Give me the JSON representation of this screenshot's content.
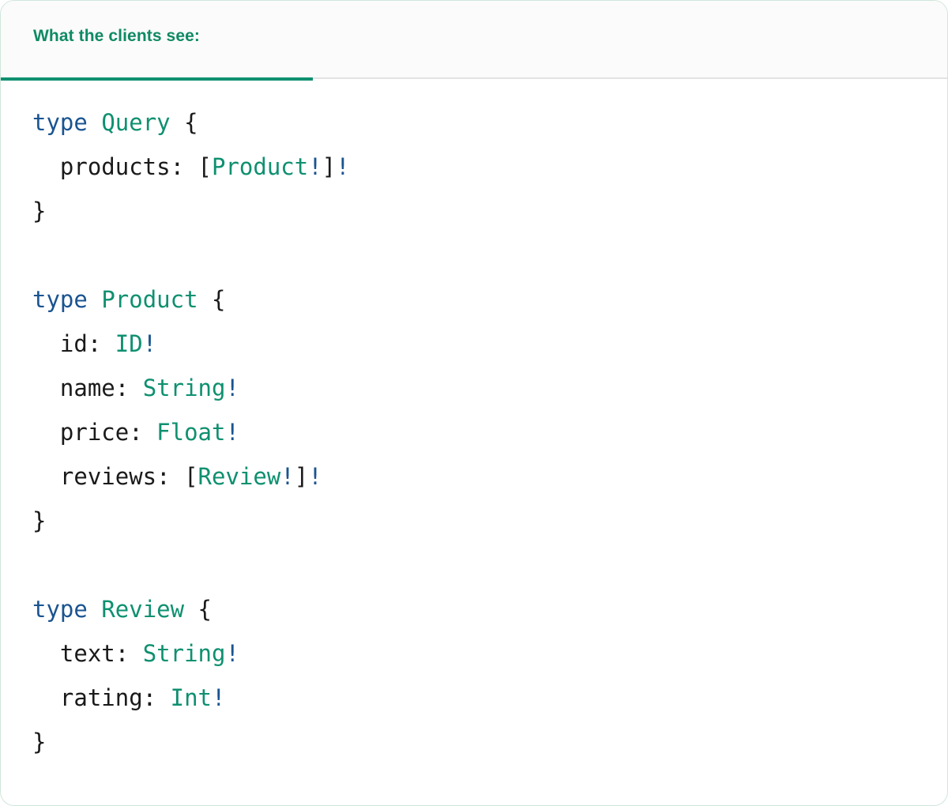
{
  "card": {
    "border_color": "#cfe6da",
    "background": "#ffffff"
  },
  "header": {
    "background": "#fbfbfb",
    "divider_color": "#e3e3e3",
    "tabs": [
      {
        "label": "What the clients see:",
        "active": true,
        "color": "#0f8a63",
        "underline_color": "#0f9070"
      }
    ]
  },
  "code": {
    "language": "graphql",
    "colors": {
      "keyword": "#1a5490",
      "type_name": "#0f9070",
      "field": "#1a1a1a",
      "punctuation": "#1a1a1a",
      "non_null": "#1a5490"
    },
    "lines": [
      {
        "indent": 0,
        "tokens": [
          {
            "t": "type",
            "c": "kw"
          },
          {
            "t": " ",
            "c": "punc"
          },
          {
            "t": "Query",
            "c": "type"
          },
          {
            "t": " {",
            "c": "punc"
          }
        ]
      },
      {
        "indent": 1,
        "tokens": [
          {
            "t": "products:",
            "c": "field"
          },
          {
            "t": " [",
            "c": "punc"
          },
          {
            "t": "Product",
            "c": "type"
          },
          {
            "t": "!",
            "c": "bang"
          },
          {
            "t": "]",
            "c": "punc"
          },
          {
            "t": "!",
            "c": "bang"
          }
        ]
      },
      {
        "indent": 0,
        "tokens": [
          {
            "t": "}",
            "c": "punc"
          }
        ]
      },
      {
        "indent": 0,
        "blank": true,
        "tokens": []
      },
      {
        "indent": 0,
        "tokens": [
          {
            "t": "type",
            "c": "kw"
          },
          {
            "t": " ",
            "c": "punc"
          },
          {
            "t": "Product",
            "c": "type"
          },
          {
            "t": " {",
            "c": "punc"
          }
        ]
      },
      {
        "indent": 1,
        "tokens": [
          {
            "t": "id:",
            "c": "field"
          },
          {
            "t": " ",
            "c": "punc"
          },
          {
            "t": "ID",
            "c": "type"
          },
          {
            "t": "!",
            "c": "bang"
          }
        ]
      },
      {
        "indent": 1,
        "tokens": [
          {
            "t": "name:",
            "c": "field"
          },
          {
            "t": " ",
            "c": "punc"
          },
          {
            "t": "String",
            "c": "type"
          },
          {
            "t": "!",
            "c": "bang"
          }
        ]
      },
      {
        "indent": 1,
        "tokens": [
          {
            "t": "price:",
            "c": "field"
          },
          {
            "t": " ",
            "c": "punc"
          },
          {
            "t": "Float",
            "c": "type"
          },
          {
            "t": "!",
            "c": "bang"
          }
        ]
      },
      {
        "indent": 1,
        "tokens": [
          {
            "t": "reviews:",
            "c": "field"
          },
          {
            "t": " [",
            "c": "punc"
          },
          {
            "t": "Review",
            "c": "type"
          },
          {
            "t": "!",
            "c": "bang"
          },
          {
            "t": "]",
            "c": "punc"
          },
          {
            "t": "!",
            "c": "bang"
          }
        ]
      },
      {
        "indent": 0,
        "tokens": [
          {
            "t": "}",
            "c": "punc"
          }
        ]
      },
      {
        "indent": 0,
        "blank": true,
        "tokens": []
      },
      {
        "indent": 0,
        "tokens": [
          {
            "t": "type",
            "c": "kw"
          },
          {
            "t": " ",
            "c": "punc"
          },
          {
            "t": "Review",
            "c": "type"
          },
          {
            "t": " {",
            "c": "punc"
          }
        ]
      },
      {
        "indent": 1,
        "tokens": [
          {
            "t": "text:",
            "c": "field"
          },
          {
            "t": " ",
            "c": "punc"
          },
          {
            "t": "String",
            "c": "type"
          },
          {
            "t": "!",
            "c": "bang"
          }
        ]
      },
      {
        "indent": 1,
        "tokens": [
          {
            "t": "rating:",
            "c": "field"
          },
          {
            "t": " ",
            "c": "punc"
          },
          {
            "t": "Int",
            "c": "type"
          },
          {
            "t": "!",
            "c": "bang"
          }
        ]
      },
      {
        "indent": 0,
        "tokens": [
          {
            "t": "}",
            "c": "punc"
          }
        ]
      }
    ]
  }
}
